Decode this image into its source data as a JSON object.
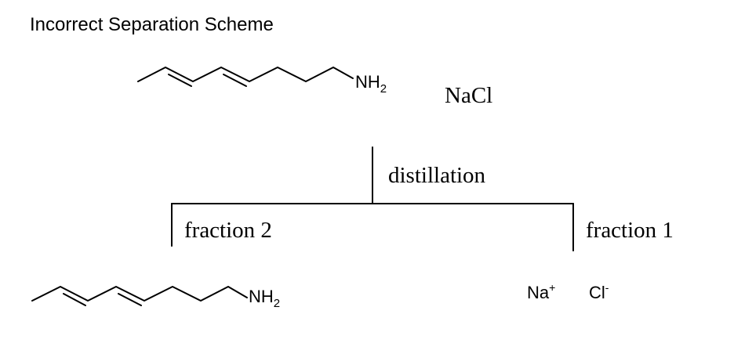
{
  "title": "Incorrect Separation Scheme",
  "starting_materials": {
    "amine_label": {
      "main": "NH",
      "sub": "2"
    },
    "salt": "NaCl"
  },
  "process": {
    "step": "distillation"
  },
  "fractions": {
    "fraction_2": {
      "label": "fraction 2",
      "amine_label": {
        "main": "NH",
        "sub": "2"
      }
    },
    "fraction_1": {
      "label": "fraction 1",
      "cation": {
        "symbol": "Na",
        "charge": "+"
      },
      "anion": {
        "symbol": "Cl",
        "charge": "-"
      }
    }
  },
  "colors": {
    "ink": "#000000",
    "background": "#ffffff"
  }
}
